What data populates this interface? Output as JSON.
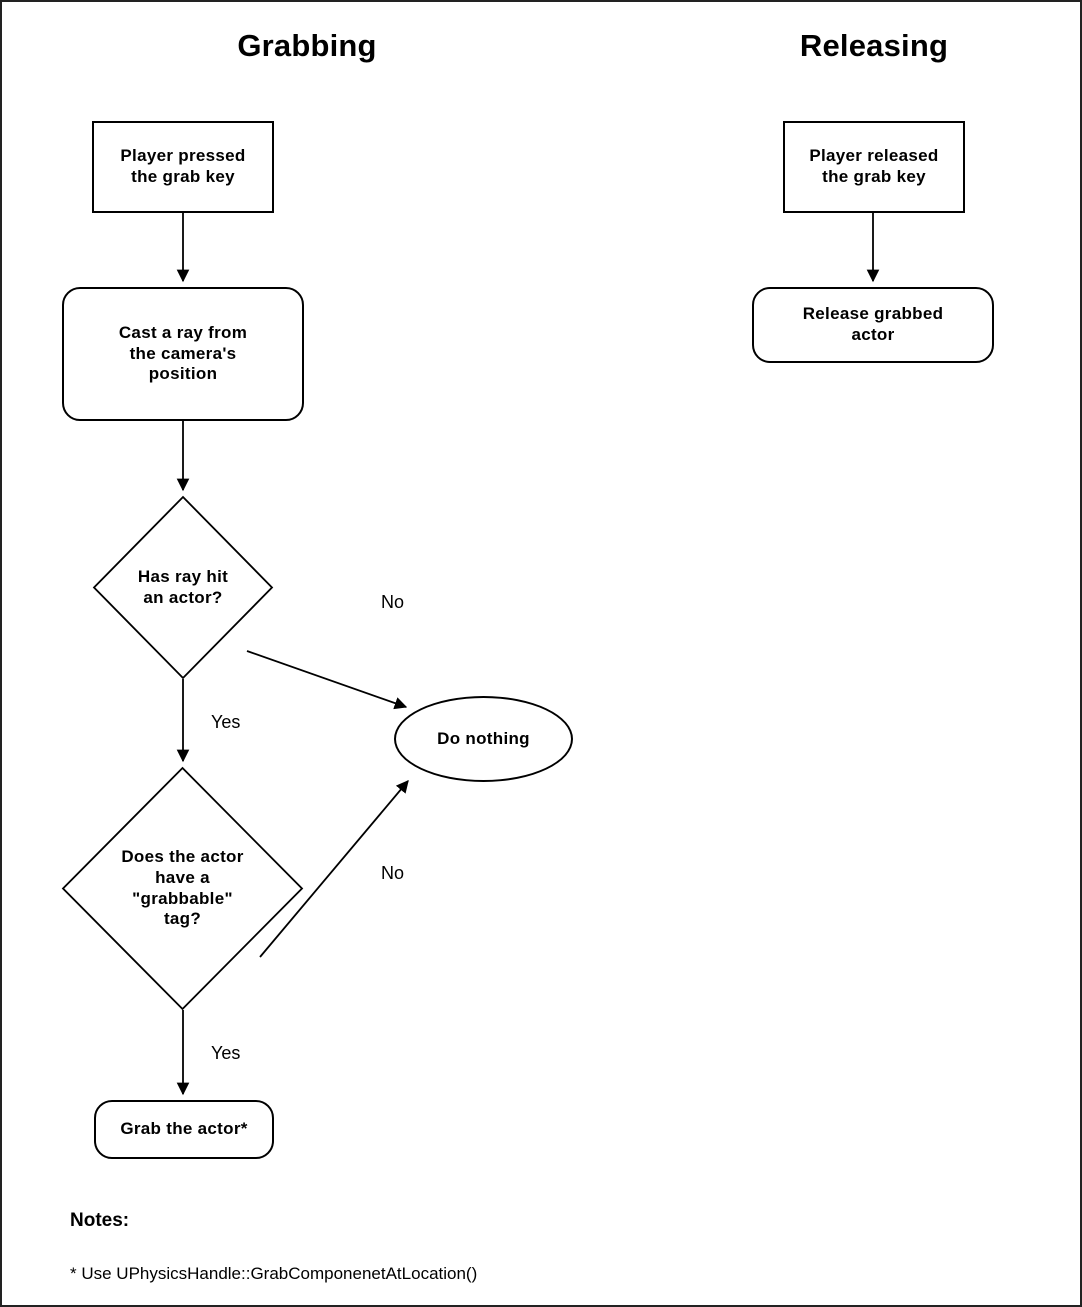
{
  "diagram": {
    "title_left": "Grabbing",
    "title_right": "Releasing"
  },
  "grabbing": {
    "start": "Player pressed\nthe grab key",
    "cast_ray": "Cast a ray from\nthe camera's\nposition",
    "decision_hit": "Has ray hit\nan actor?",
    "decision_tag": "Does the actor\nhave a\n\"grabbable\"\ntag?",
    "do_nothing": "Do nothing",
    "grab_actor": "Grab the actor*",
    "label_hit_no": "No",
    "label_hit_yes": "Yes",
    "label_tag_no": "No",
    "label_tag_yes": "Yes"
  },
  "releasing": {
    "start": "Player released\nthe grab key",
    "release_actor": "Release grabbed\nactor"
  },
  "notes": {
    "heading": "Notes:",
    "line1": "* Use UPhysicsHandle::GrabComponenetAtLocation()"
  },
  "colors": {
    "stroke": "#000000",
    "fill": "#ffffff",
    "border": "#222222",
    "text": "#000000"
  }
}
